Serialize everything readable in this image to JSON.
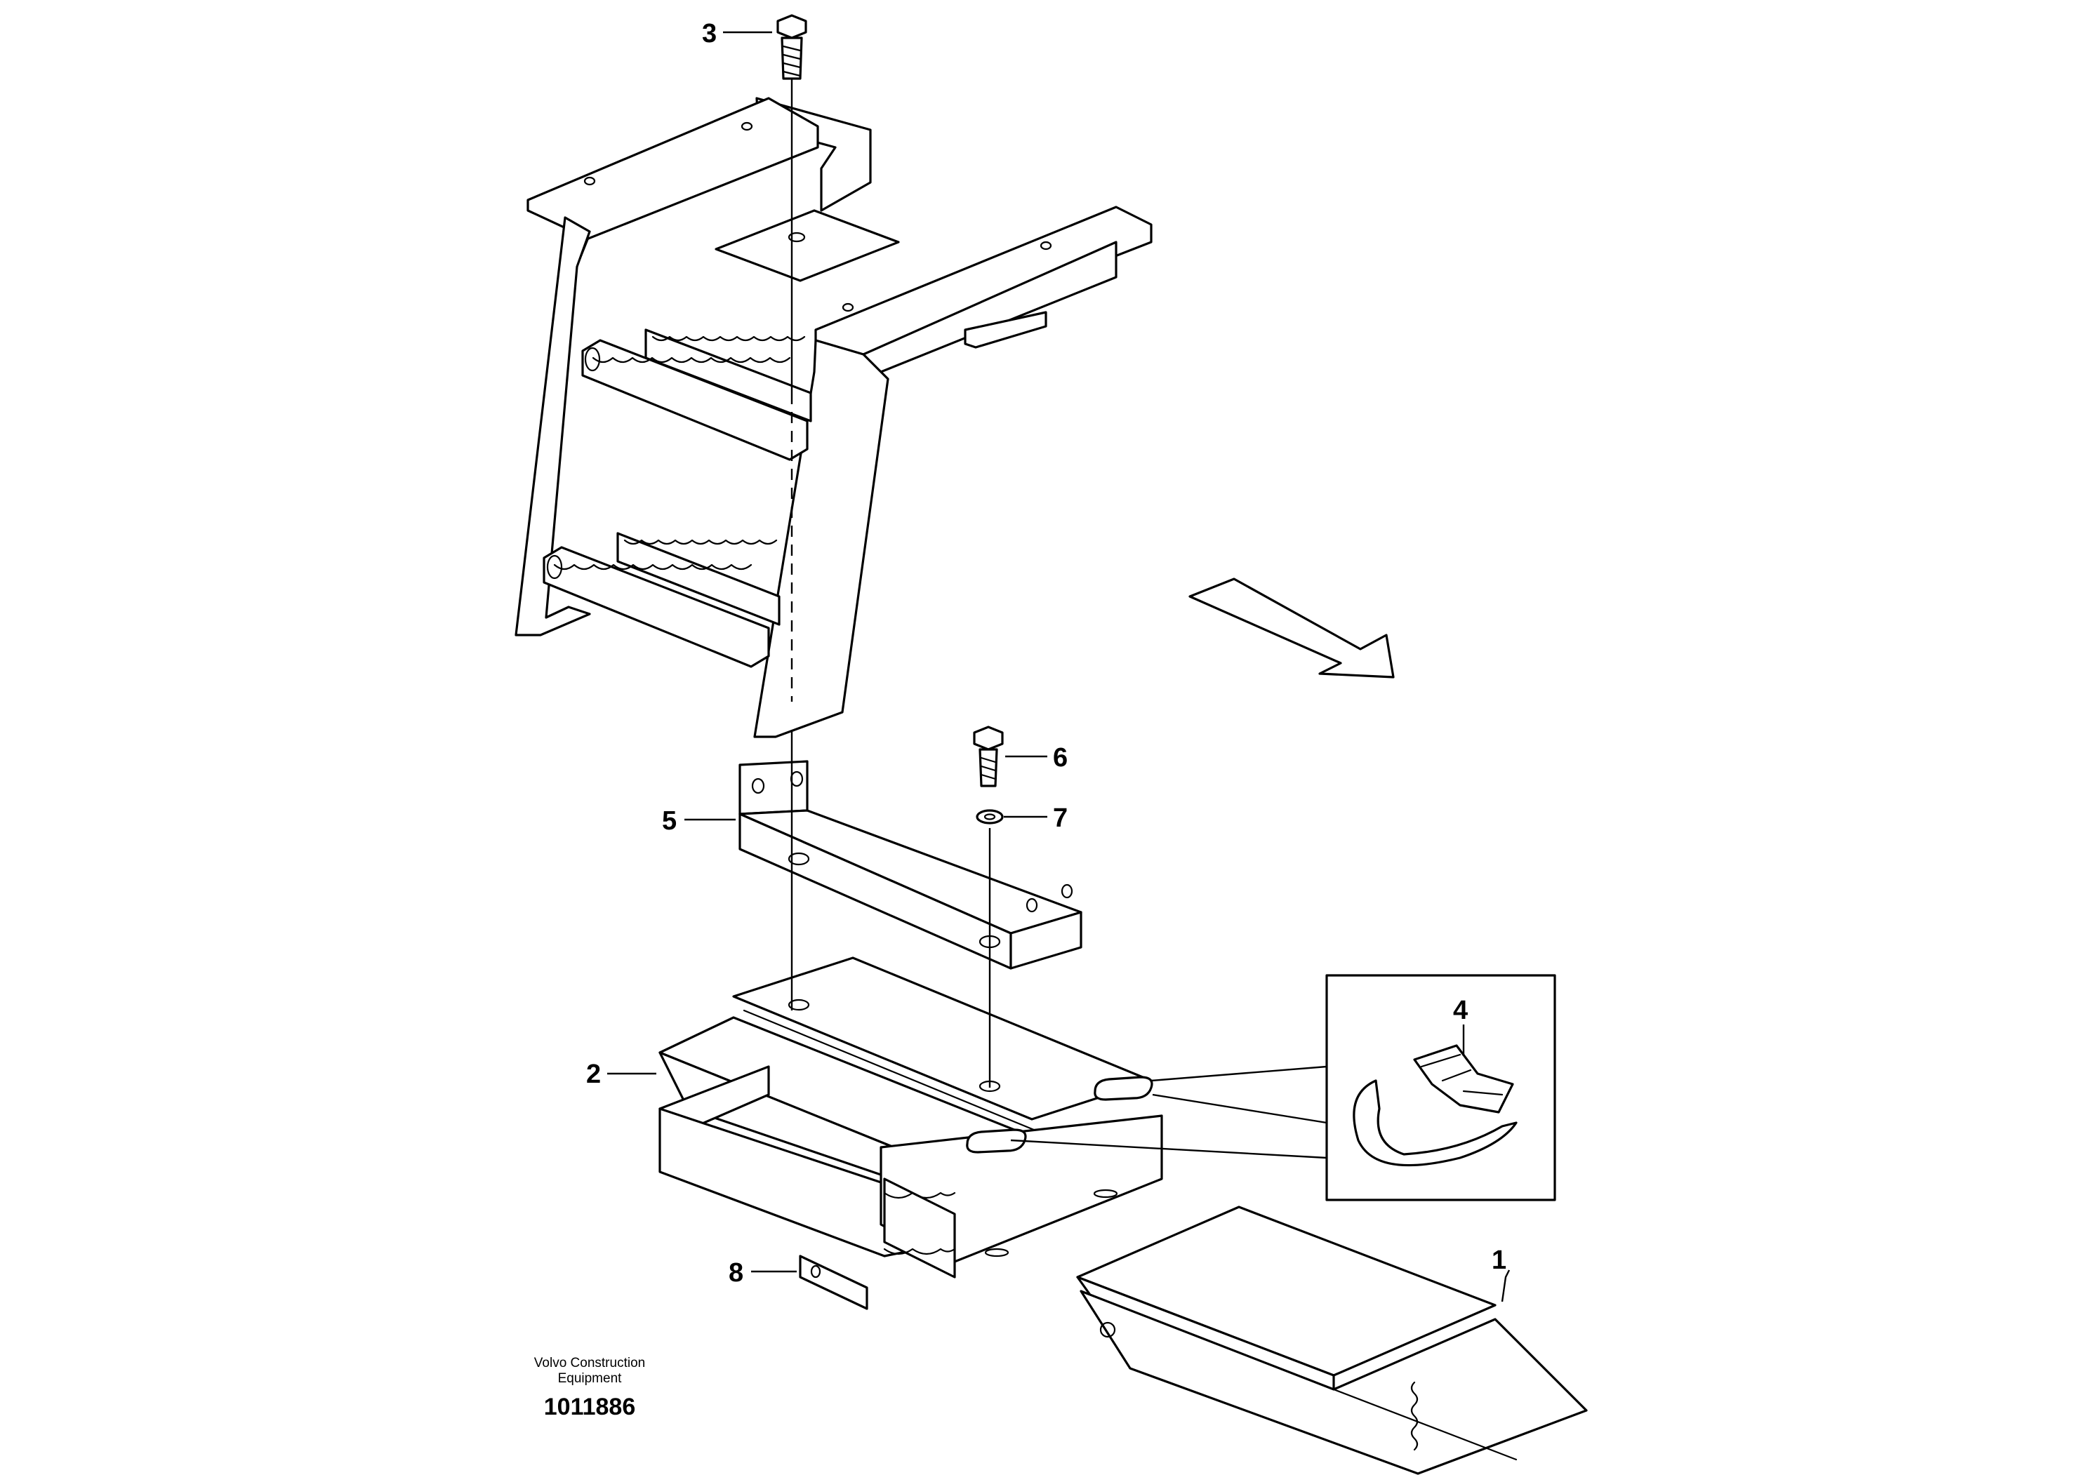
{
  "callouts": {
    "c1": "1",
    "c2": "2",
    "c3": "3",
    "c4": "4",
    "c5": "5",
    "c6": "6",
    "c7": "7",
    "c8": "8"
  },
  "footer": {
    "maker_line1": "Volvo Construction",
    "maker_line2": "Equipment",
    "drawing_number": "1011886"
  },
  "icons": {
    "direction": "direction-arrow-icon"
  }
}
